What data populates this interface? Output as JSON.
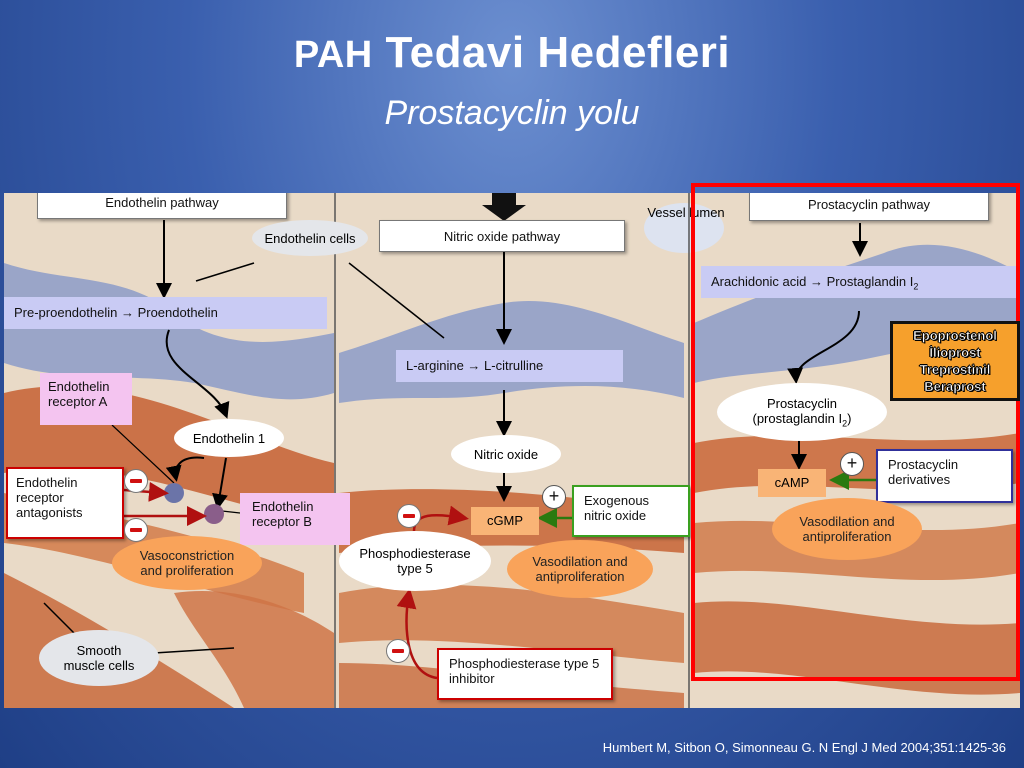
{
  "slide": {
    "title_prefix": "PAH",
    "title_main": "Tedavi Hedefleri",
    "subtitle_word1": "Prostacyclin",
    "subtitle_word2": "yolu",
    "citation": "Humbert M, Sitbon O, Simonneau G. N Engl J Med 2004;351:1425-36"
  },
  "endothelin": {
    "pathway": "Endothelin pathway",
    "cells_label": "Endothelin cells",
    "conversion": "Pre-proendothelin → Proendothelin",
    "receptor_a": "Endothelin receptor A",
    "endothelin1": "Endothelin 1",
    "antagonists": "Endothelin receptor antagonists",
    "receptor_b": "Endothelin receptor B",
    "effect": "Vasoconstriction and proliferation",
    "smooth_muscle": "Smooth muscle cells"
  },
  "nitric": {
    "pathway": "Nitric oxide pathway",
    "conversion": "L-arginine → L-citrulline",
    "no": "Nitric oxide",
    "cgmp": "cGMP",
    "exogenous": "Exogenous nitric oxide",
    "pde5": "Phosphodiesterase type 5",
    "effect": "Vasodilation and antiproliferation",
    "inhibitor": "Phosphodiesterase type 5 inhibitor"
  },
  "prostacyclin": {
    "vessel_lumen": "Vessel lumen",
    "pathway": "Prostacyclin pathway",
    "conversion": "Arachidonic acid → Prostaglandin I",
    "conversion_sub": "2",
    "prostacyclin_label": "Prostacyclin (prostaglandin I",
    "prostacyclin_sub": "2",
    "camp": "cAMP",
    "derivatives": "Prostacyclin derivatives",
    "effect": "Vasodilation and antiproliferation",
    "drugs": [
      "Epoprostenol",
      "İlioprost",
      "Treprostinil",
      "Beraprost"
    ]
  },
  "colors": {
    "frame": "#ff0000",
    "drug_box": "#f6a02c",
    "slide_bg": "#2a4e96"
  }
}
